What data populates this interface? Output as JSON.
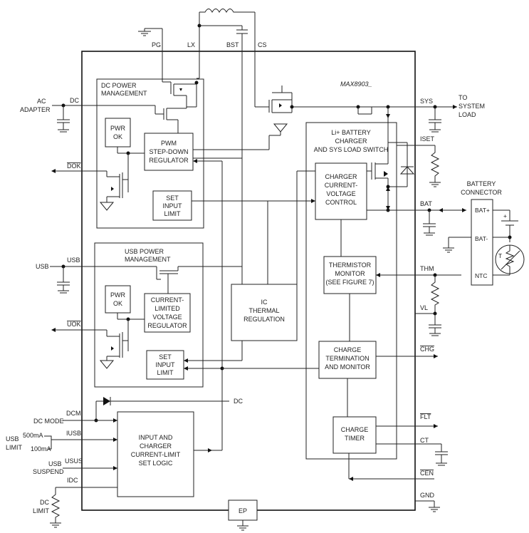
{
  "chip": {
    "part": "MAX8903_"
  },
  "blocks": {
    "dc_power_mgmt": [
      "DC POWER",
      "MANAGEMENT"
    ],
    "pwr_ok_1": [
      "PWR",
      "OK"
    ],
    "pwm_regulator": [
      "PWM",
      "STEP-DOWN",
      "REGULATOR"
    ],
    "set_input_limit_1": [
      "SET",
      "INPUT",
      "LIMIT"
    ],
    "usb_power_mgmt": [
      "USB POWER",
      "MANAGEMENT"
    ],
    "pwr_ok_2": [
      "PWR",
      "OK"
    ],
    "current_limited_regulator": [
      "CURRENT-",
      "LIMITED",
      "VOLTAGE",
      "REGULATOR"
    ],
    "set_input_limit_2": [
      "SET",
      "INPUT",
      "LIMIT"
    ],
    "ic_thermal": [
      "IC",
      "THERMAL",
      "REGULATION"
    ],
    "li_charger": [
      "Li+ BATTERY",
      "CHARGER",
      "AND SYS LOAD SWITCH"
    ],
    "charger_control": [
      "CHARGER",
      "CURRENT-",
      "VOLTAGE",
      "CONTROL"
    ],
    "thermistor_monitor": [
      "THERMISTOR",
      "MONITOR",
      "(SEE FIGURE 7)"
    ],
    "charge_termination": [
      "CHARGE",
      "TERMINATION",
      "AND MONITOR"
    ],
    "charge_timer": [
      "CHARGE",
      "TIMER"
    ],
    "input_logic": [
      "INPUT AND",
      "CHARGER",
      "CURRENT-LIMIT",
      "SET LOGIC"
    ],
    "ep": "EP"
  },
  "pins": {
    "pg": "PG",
    "lx": "LX",
    "bst": "BST",
    "cs": "CS",
    "dc": "DC",
    "dok": "DOK",
    "usb": "USB",
    "uok": "UOK",
    "dcm": "DCM",
    "iusb": "IUSB",
    "usus": "USUS",
    "idc": "IDC",
    "sys": "SYS",
    "iset": "ISET",
    "bat": "BAT",
    "thm": "THM",
    "vl": "VL",
    "chg": "CHG",
    "flt": "FLT",
    "ct": "CT",
    "cen": "CEN",
    "gnd": "GND",
    "dc_diode": "DC"
  },
  "external": {
    "ac_adapter": [
      "AC",
      "ADAPTER"
    ],
    "usb_in": "USB",
    "dc_mode": "DC MODE",
    "usb_limit": [
      "USB",
      "LIMIT"
    ],
    "usb_500": "500mA",
    "usb_100": "100mA",
    "usb_suspend": [
      "USB",
      "SUSPEND"
    ],
    "dc_limit": [
      "DC",
      "LIMIT"
    ],
    "to_system_load": [
      "TO",
      "SYSTEM",
      "LOAD"
    ],
    "battery_connector": [
      "BATTERY",
      "CONNECTOR"
    ],
    "bat_plus": "BAT+",
    "bat_minus": "BAT-",
    "ntc": "NTC",
    "plus_sign": "+",
    "thermistor_t": "T"
  }
}
